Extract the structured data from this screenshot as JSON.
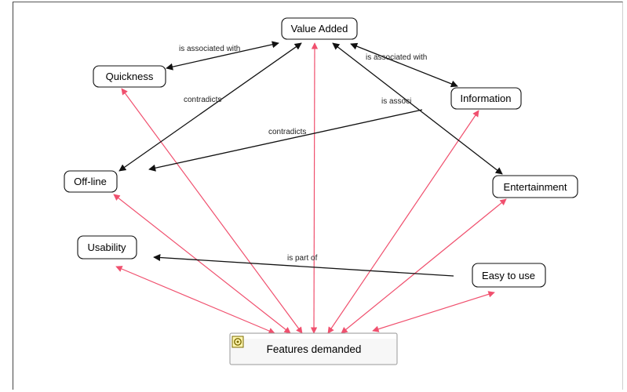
{
  "concept_map": {
    "concepts": {
      "value_added": "Value Added",
      "quickness": "Quickness",
      "information": "Information",
      "off_line": "Off-line",
      "entertainment": "Entertainment",
      "usability": "Usability",
      "easy_to_use": "Easy to use",
      "features_demanded": "Features demanded"
    },
    "relations": {
      "va_quickness": "is associated with",
      "va_information": "is associated with",
      "va_offline": "contradicts",
      "info_offline": "contradicts",
      "va_entertainment": "is associ",
      "easy_usability": "is part of"
    },
    "colors": {
      "relation_link": "#111111",
      "feature_link": "#f0506e",
      "root_icon": "#c8a800"
    },
    "icons": {
      "root_node": "concept-map-icon"
    }
  }
}
